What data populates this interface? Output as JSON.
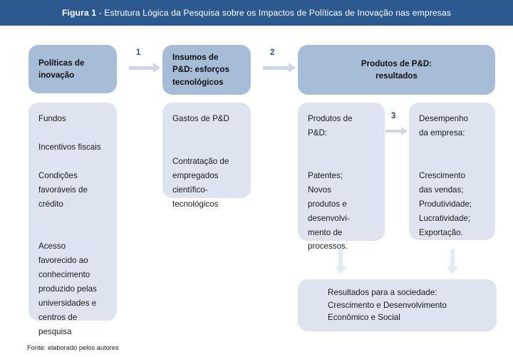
{
  "figure": {
    "title_prefix": "Figura 1",
    "title_rest": " - Estrutura Lógica da Pesquisa sobre os Impactos de Políticas de Inovação nas empresas",
    "source": "Fonte: elaborado pelos autores"
  },
  "colors": {
    "title_bar": "#2c5990",
    "header_box": "#a6bcd7",
    "body_box": "#dde4ef",
    "arrow_h": "#ccd7e6",
    "arrow_v": "#e2eaf4",
    "arrow_label": "#26507f",
    "page_bg": "#ffffff"
  },
  "stages": [
    {
      "id": "policies",
      "header": "Políticas de\ninovação",
      "body": "Fundos\n\nIncentivos fiscais\n\nCondições\nfavoráveis de\ncrédito\n\n\nAcesso\nfavorecido ao\nconhecimento\nproduzido pelas\nuniversidades e\ncentros de\npesquisa"
    },
    {
      "id": "rd-inputs",
      "header": "Insumos de\nP&D: esforços\ntecnológicos",
      "body": "Gastos de P&D\n\n\nContratação de\nempregados\ncientífico-\ntecnológicos"
    },
    {
      "id": "rd-outputs",
      "header": "Produtos de P&D:\nresultados",
      "body_left": "Produtos de\nP&D:\n\n\nPatentes;\nNovos\nprodutos e\ndesenvolvi-\nmento de\nprocessos.",
      "body_right": "Desempenho\nda empresa:\n\n\nCrescimento\ndas vendas;\nProdutividade;\nLucratividade;\nExportação."
    }
  ],
  "outcome": {
    "text": "Resultados para a sociedade:\nCrescimento e Desenvolvimento\nEconômico e Social"
  },
  "arrow_labels": {
    "one": "1",
    "two": "2",
    "three": "3"
  }
}
